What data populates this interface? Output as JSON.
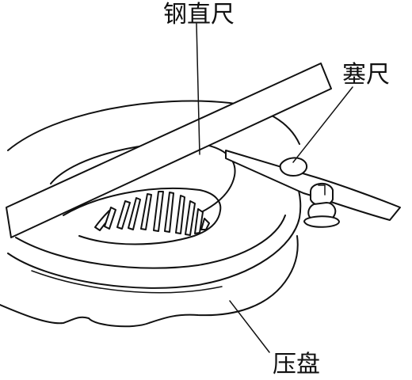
{
  "labels": {
    "steel_ruler": "钢直尺",
    "feeler_gauge": "塞尺",
    "pressure_plate": "压盘"
  }
}
